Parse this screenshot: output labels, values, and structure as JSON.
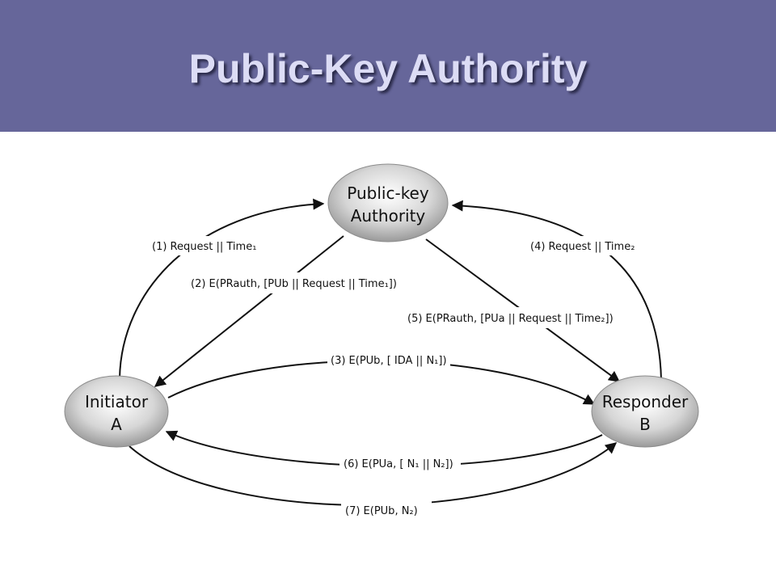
{
  "slide": {
    "title": "Public-Key Authority"
  },
  "diagram": {
    "nodes": {
      "authority": {
        "line1": "Public-key",
        "line2": "Authority"
      },
      "initiator": {
        "line1": "Initiator",
        "line2": "A"
      },
      "responder": {
        "line1": "Responder",
        "line2": "B"
      }
    },
    "messages": [
      {
        "id": "1",
        "text": "(1)  Request || Time₁"
      },
      {
        "id": "2",
        "text": "(2) E(PRauth, [PUb || Request || Time₁])"
      },
      {
        "id": "3",
        "text": "(3) E(PUb, [ IDA || N₁])"
      },
      {
        "id": "4",
        "text": "(4)  Request || Time₂"
      },
      {
        "id": "5",
        "text": "(5) E(PRauth, [PUa || Request || Time₂])"
      },
      {
        "id": "6",
        "text": "(6) E(PUa, [ N₁ || N₂])"
      },
      {
        "id": "7",
        "text": "(7) E(PUb, N₂)"
      }
    ]
  },
  "colors": {
    "title_bar": "#66669a",
    "title_text": "#dcdcf5",
    "arrow": "#111111"
  }
}
